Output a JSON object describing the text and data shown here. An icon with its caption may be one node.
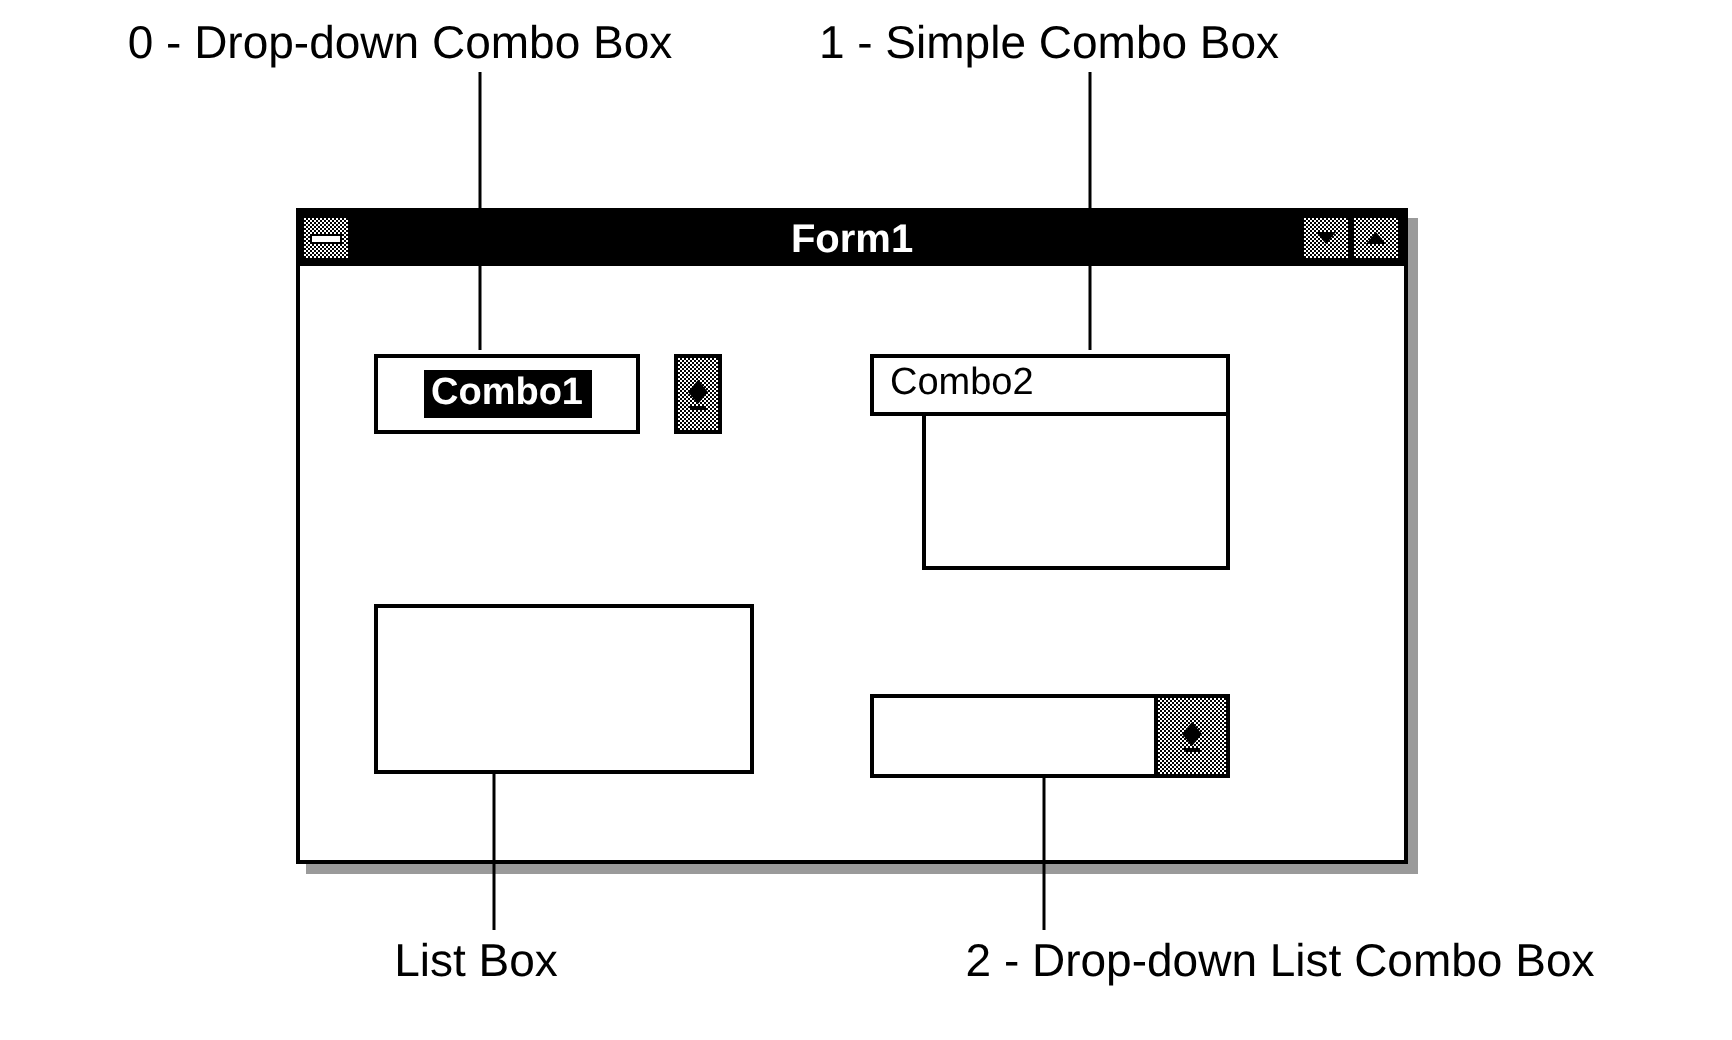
{
  "diagram": {
    "nodes": [
      {
        "text": [
          "0 - Drop-down Combo Box"
        ]
      },
      {
        "text": [
          "1 - Simple Combo Box"
        ]
      },
      {
        "text": [
          "List Box"
        ]
      },
      {
        "text": [
          "2 - Drop-down List Combo Box"
        ]
      },
      {
        "text": [
          "Form1"
        ]
      },
      {
        "text": [
          "Combo1"
        ],
        "in": 4
      },
      {
        "text": [
          "Combo2"
        ],
        "in": 4
      },
      {
        "text": [],
        "shape": "box",
        "in": 4
      },
      {
        "text": [],
        "shape": "box",
        "in": 4
      }
    ],
    "edges": [
      {
        "from": 0,
        "to": 5,
        "arrow": "none"
      },
      {
        "from": 1,
        "to": 6,
        "arrow": "none"
      },
      {
        "from": 2,
        "to": 7,
        "arrow": "none"
      },
      {
        "from": 3,
        "to": 8,
        "arrow": "none"
      }
    ]
  }
}
